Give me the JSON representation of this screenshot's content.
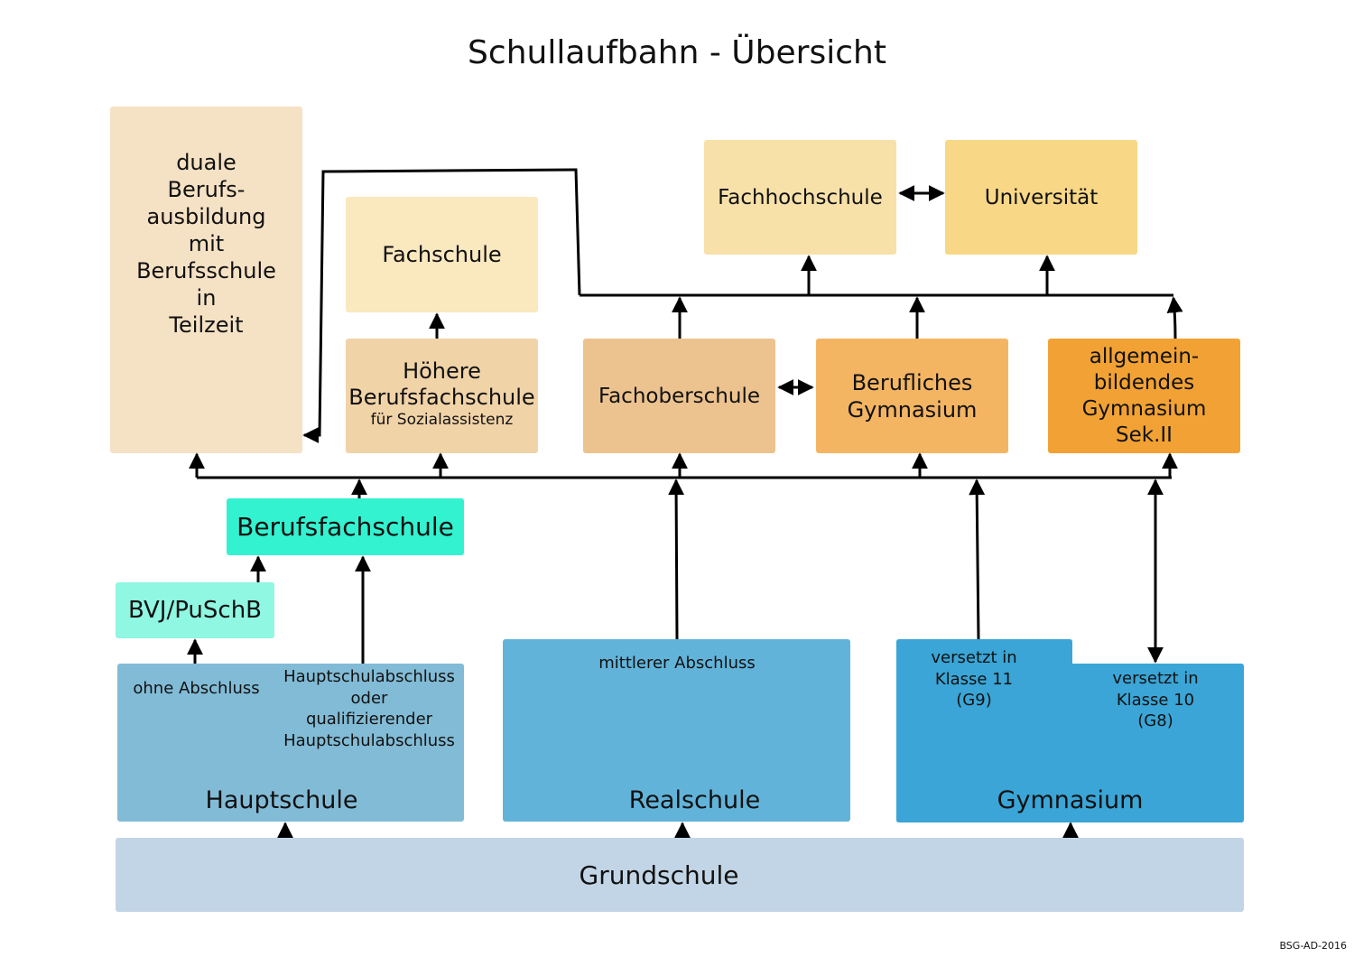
{
  "title": "Schullaufbahn - Übersicht",
  "credit": "BSG-AD-2016",
  "boxes": {
    "duale": "duale\nBerufs-\nausbildung\nmit\nBerufsschule\nin\nTeilzeit",
    "fachschule": "Fachschule",
    "hoehere_title": "Höhere\nBerufsfachschule",
    "hoehere_sub": "für Sozialassistenz",
    "fachoberschule": "Fachoberschule",
    "berufliches_gymnasium": "Berufliches\nGymnasium",
    "allgemeinbildendes": "allgemein-\nbildendes\nGymnasium\nSek.II",
    "fachhochschule": "Fachhochschule",
    "universitaet": "Universität",
    "berufsfachschule": "Berufsfachschule",
    "bvj": "BVJ/PuSchB",
    "hauptschule": "Hauptschule",
    "realschule": "Realschule",
    "gymnasium": "Gymnasium",
    "grundschule": "Grundschule"
  },
  "labels": {
    "ohne_abschluss": "ohne Abschluss",
    "hauptschulabschluss": "Hauptschulabschluss\noder\nqualifizierender\nHauptschulabschluss",
    "mittlerer_abschluss": "mittlerer Abschluss",
    "versetzt_11": "versetzt in\nKlasse 11\n(G9)",
    "versetzt_10": "versetzt in\nKlasse 10\n(G8)"
  },
  "colors": {
    "duale": "#f5e1c4",
    "fachschule": "#fae8bf",
    "hoehere": "#f1d3a8",
    "fachoberschule": "#ecc28e",
    "berufliches_gymnasium": "#f4b563",
    "allgemeinbildendes": "#f2a234",
    "fachhochschule": "#f7e1a9",
    "universitaet": "#f8d786",
    "berufsfachschule": "#33f2d0",
    "bvj": "#8ff7e2",
    "hauptschule": "#82bbd6",
    "realschule": "#62b3d9",
    "gymnasium": "#3aa5d6",
    "grundschule": "#c2d5e6"
  }
}
